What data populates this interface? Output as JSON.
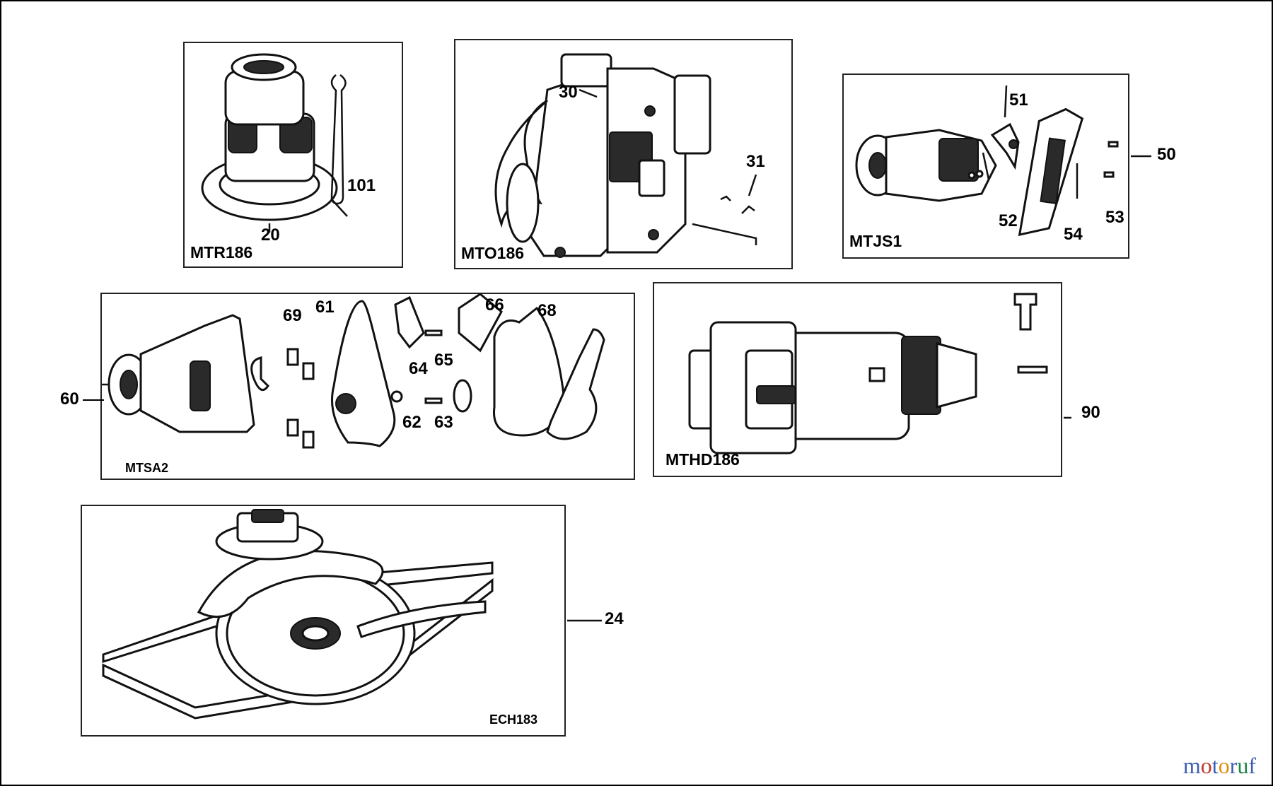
{
  "panels": {
    "mtr186": {
      "model": "MTR186",
      "callouts": [
        "20",
        "101"
      ]
    },
    "mto186": {
      "model": "MTO186",
      "callouts": [
        "30",
        "31"
      ]
    },
    "mtjs1": {
      "model": "MTJS1",
      "callouts": [
        "50",
        "51",
        "52",
        "53",
        "54"
      ]
    },
    "mtsa2": {
      "model": "MTSA2",
      "callouts": [
        "60",
        "61",
        "62",
        "63",
        "64",
        "65",
        "66",
        "68",
        "69"
      ]
    },
    "mthd186": {
      "model": "MTHD186",
      "callouts": [
        "90"
      ]
    },
    "ech183": {
      "model": "ECH183",
      "callouts": [
        "24"
      ]
    }
  },
  "watermark": {
    "m": "m",
    "o1": "o",
    "t": "t",
    "o2": "o",
    "r": "r",
    "u": "u",
    "f": "f"
  }
}
